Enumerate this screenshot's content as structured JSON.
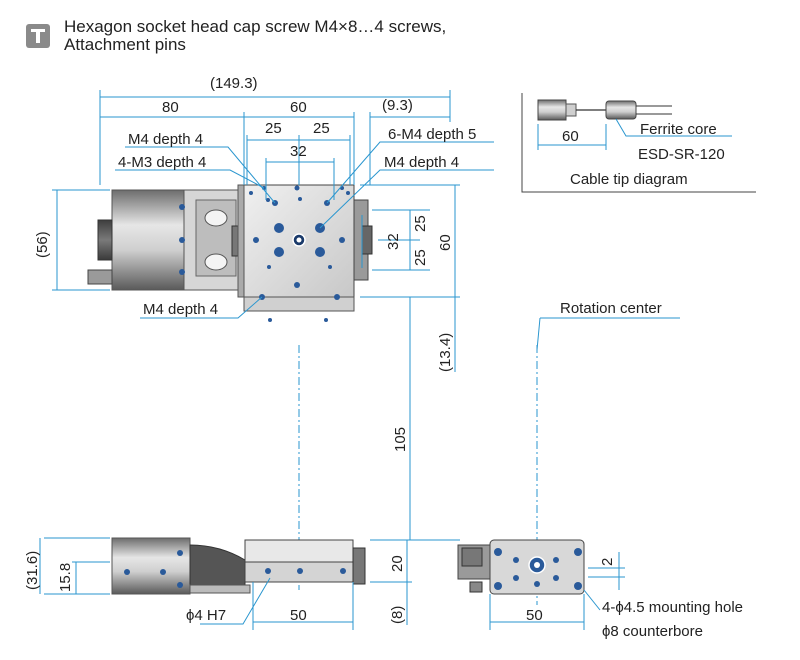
{
  "header": {
    "icon": "t-square-icon",
    "line1": "Hexagon socket head cap screw M4×8…4 screws,",
    "line2": "Attachment pins"
  },
  "top_view": {
    "dims": {
      "overall": "(149.3)",
      "left_len": "80",
      "stage_width": "60",
      "offset_right": "(9.3)",
      "hole_25a": "25",
      "hole_25b": "25",
      "hole_32": "32",
      "height_56": "(56)",
      "right_25a": "25",
      "right_25b": "25",
      "right_32": "32",
      "right_60": "60",
      "dim_13_4": "(13.4)",
      "dim_105": "105"
    },
    "callouts": {
      "m4_depth4_top": "M4 depth 4",
      "m3_depth4": "4-M3 depth 4",
      "m4_6_depth5": "6-M4 depth 5",
      "m4_depth4_right": "M4 depth 4",
      "m4_depth4_bottom": "M4 depth 4"
    }
  },
  "cable_diagram": {
    "dim_60": "60",
    "ferrite_label": "Ferrite core",
    "ferrite_model": "ESD-SR-120",
    "caption": "Cable tip diagram"
  },
  "rotation_center": "Rotation center",
  "side_view": {
    "dim_31_6": "(31.6)",
    "dim_15_8": "15.8",
    "dim_20": "20",
    "dim_8": "(8)",
    "dim_50": "50",
    "pin_hole": "ϕ4 H7"
  },
  "end_view": {
    "dim_2": "2",
    "dim_50": "50",
    "mount_hole": "4-ϕ4.5 mounting hole",
    "counterbore": "ϕ8 counterbore"
  },
  "colors": {
    "dimension": "#2a96cf",
    "body_dark": "#5a5a5a",
    "body_light": "#d8d8d8"
  }
}
